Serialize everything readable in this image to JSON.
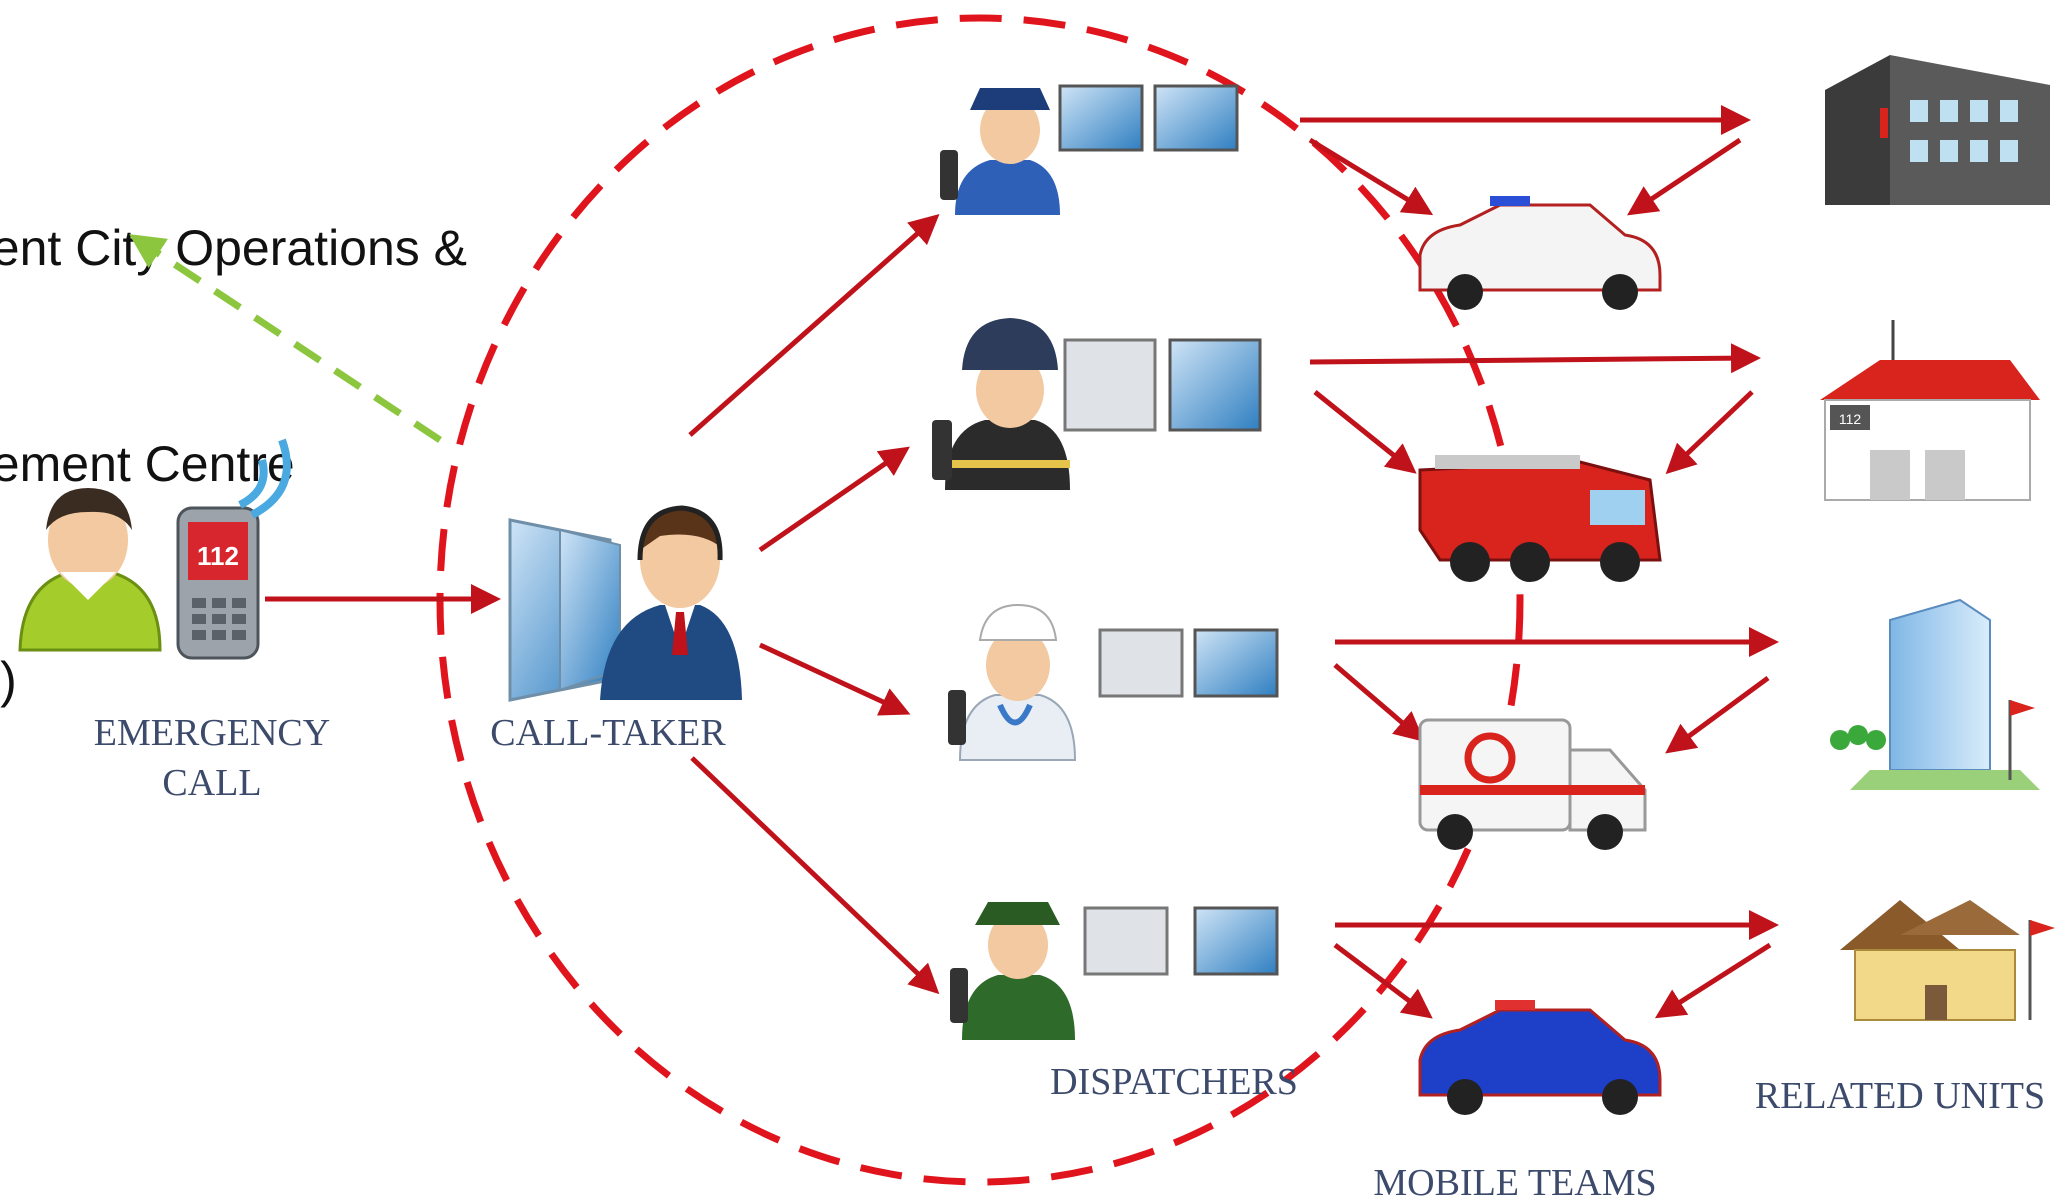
{
  "title_lines": [
    "gent City Operations &",
    "gement Centre",
    "C)"
  ],
  "labels": {
    "emergency_call": [
      "EMERGENCY",
      "CALL"
    ],
    "call_taker": "CALL-TAKER",
    "dispatchers": "DISPATCHERS",
    "mobile_teams": "MOBILE TEAMS",
    "related_units": "RELATED UNITS"
  },
  "phone_number": "112",
  "fire_station_sign": "112",
  "colors": {
    "arrow": "#c0121a",
    "circle": "#e0141c",
    "green_arrow": "#8cc63f",
    "label_text": "#3c4a6b"
  },
  "icons": [
    "person-icon",
    "phone-icon",
    "call-taker-icon",
    "police-dispatcher-icon",
    "fire-dispatcher-icon",
    "medic-dispatcher-icon",
    "officer-dispatcher-icon",
    "police-car-icon",
    "fire-truck-icon",
    "ambulance-icon",
    "patrol-car-icon",
    "police-station-icon",
    "fire-station-icon",
    "hospital-icon",
    "gendarmerie-building-icon"
  ]
}
